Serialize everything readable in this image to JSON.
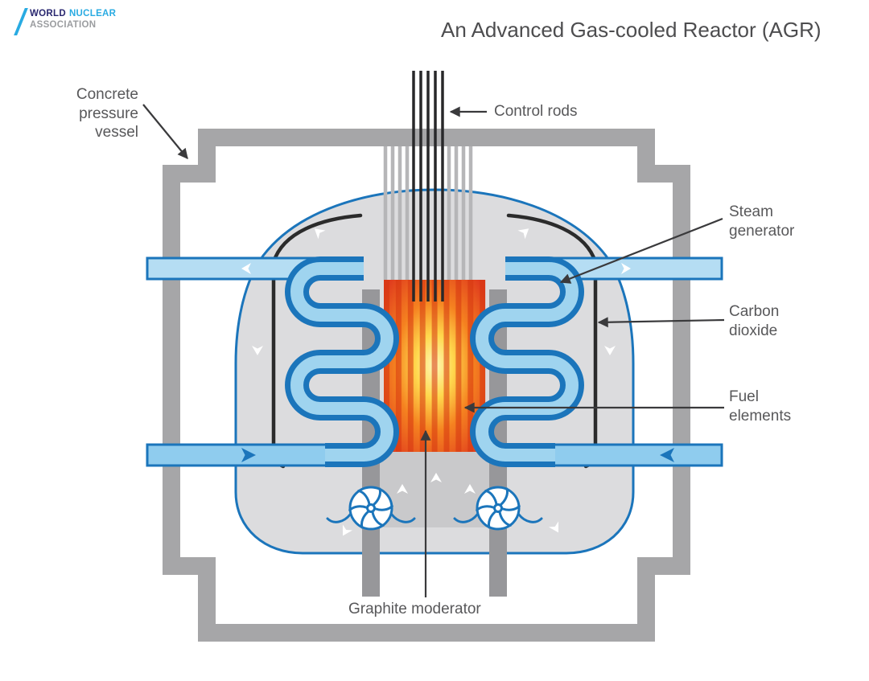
{
  "title": "An Advanced Gas-cooled Reactor (AGR)",
  "logo": {
    "word_world": "WORLD",
    "word_nuclear": "NUCLEAR",
    "word_association": "ASSOCIATION"
  },
  "labels": {
    "concrete_pressure_vessel": "Concrete pressure vessel",
    "control_rods": "Control rods",
    "steam_generator": "Steam generator",
    "carbon_dioxide": "Carbon dioxide",
    "fuel_elements": "Fuel elements",
    "graphite_moderator": "Graphite moderator"
  },
  "palette": {
    "concrete_gray": "#a6a6a8",
    "vessel_interior_gray": "#dcdcde",
    "outline_blue": "#1b75bb",
    "pipe_light_blue": "#b5ddf3",
    "coolant_blue": "#8fccee",
    "fuel_glow_yellow": "#ffe27a",
    "fuel_orange": "#f58220",
    "fuel_red": "#e03c1e",
    "graphite_gray": "#97979a",
    "label_text_gray": "#58585a",
    "logo_navy": "#2a2870",
    "logo_cyan": "#29abe2",
    "logo_gray": "#9b9da0"
  }
}
